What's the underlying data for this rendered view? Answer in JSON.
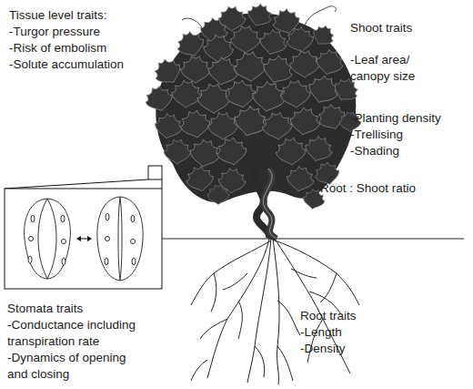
{
  "diagram": {
    "labels": [
      "Tissue level traits:",
      "-Turgor pressure",
      "-Risk of embolism",
      "-Solute accumulation",
      "Shoot traits",
      "-Leaf area/ canopy size",
      "-Planting density",
      "-Trellising",
      "-Shading",
      "Root : Shoot ratio",
      "Stomata traits",
      "-Conductance including transpiration rate",
      "-Dynamics of opening and closing",
      "Root traits",
      "-Length",
      "-Density"
    ]
  }
}
